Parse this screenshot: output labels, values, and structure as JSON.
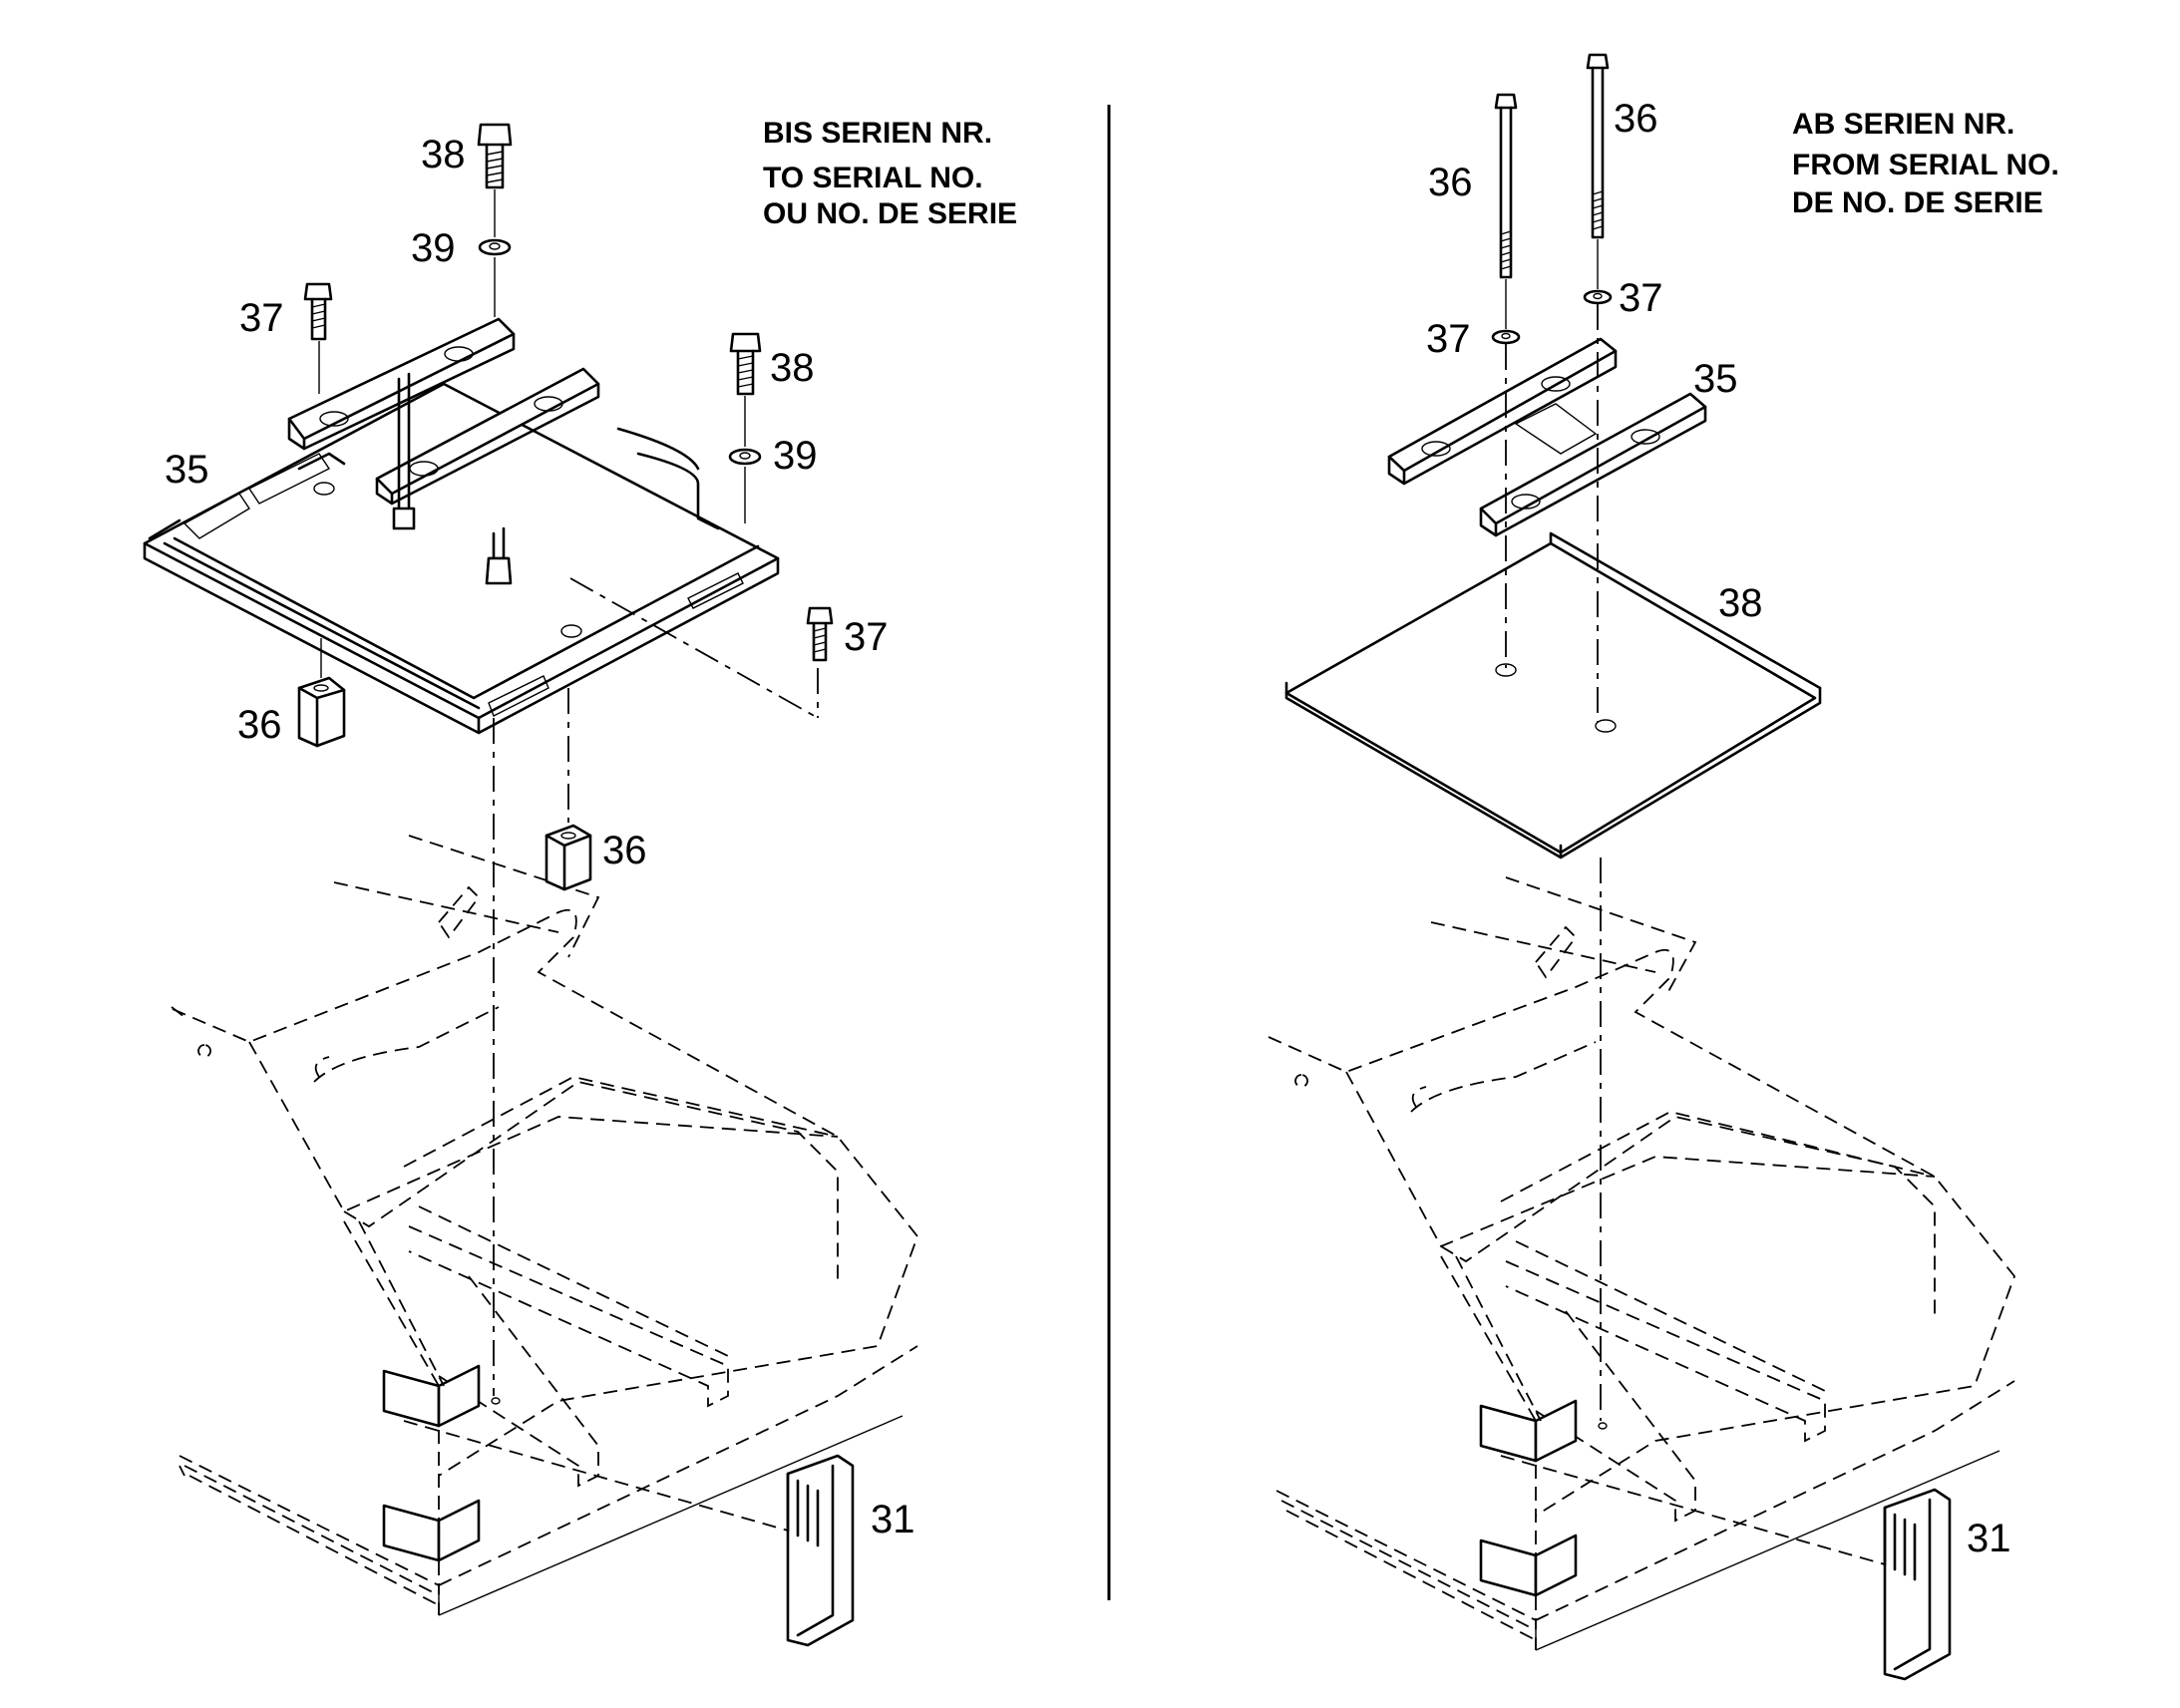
{
  "left_panel": {
    "heading": [
      "BIS SERIEN NR.",
      "TO SERIAL NO.",
      "OU NO. DE SERIE"
    ],
    "labels": {
      "bolt_top": "38",
      "washer_top": "39",
      "bolt_left": "37",
      "bolt_right": "38",
      "washer_right": "39",
      "frame": "35",
      "bolt_lower_right": "37",
      "block_left": "36",
      "block_lower": "36",
      "handle": "31"
    }
  },
  "right_panel": {
    "heading": [
      "AB SERIEN NR.",
      "FROM SERIAL NO.",
      "DE NO. DE SERIE"
    ],
    "labels": {
      "long_bolt_left": "36",
      "long_bolt_right": "36",
      "washer_left": "37",
      "washer_right": "37",
      "rails": "35",
      "plate": "38",
      "handle": "31"
    }
  }
}
